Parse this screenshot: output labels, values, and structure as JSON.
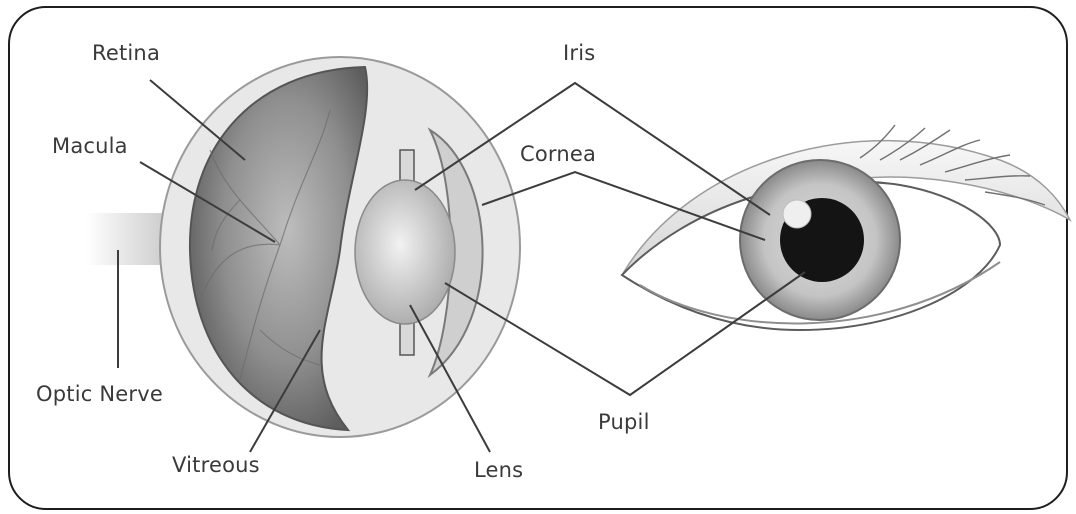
{
  "labels": {
    "retina": "Retina",
    "macula": "Macula",
    "optic_nerve": "Optic Nerve",
    "vitreous": "Vitreous",
    "iris": "Iris",
    "cornea": "Cornea",
    "pupil": "Pupil",
    "lens": "Lens"
  },
  "colors": {
    "frame": "#1e1e1e",
    "leader_line": "#3c3c3c",
    "label_text": "#3a3a3a"
  }
}
